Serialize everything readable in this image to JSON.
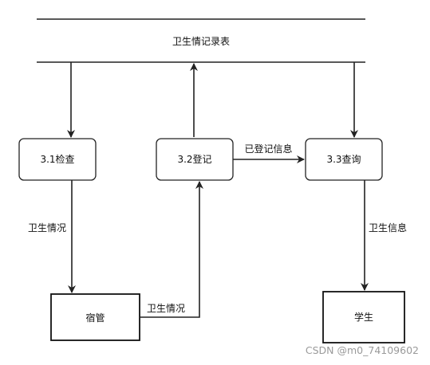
{
  "data_store": {
    "label": "卫生情记录表"
  },
  "processes": [
    {
      "id": "p31",
      "label": "3.1检查"
    },
    {
      "id": "p32",
      "label": "3.2登记"
    },
    {
      "id": "p33",
      "label": "3.3查询"
    }
  ],
  "entities": [
    {
      "id": "dorm_manager",
      "label": "宿管"
    },
    {
      "id": "student",
      "label": "学生"
    }
  ],
  "flows": [
    {
      "from": "data_store",
      "to": "p31",
      "label": ""
    },
    {
      "from": "p32",
      "to": "data_store",
      "label": ""
    },
    {
      "from": "data_store",
      "to": "p33",
      "label": ""
    },
    {
      "from": "p32",
      "to": "p33",
      "label": "已登记信息"
    },
    {
      "from": "p31",
      "to": "dorm_manager",
      "label": "卫生情况"
    },
    {
      "from": "dorm_manager",
      "to": "p32",
      "label": "卫生情况"
    },
    {
      "from": "p33",
      "to": "student",
      "label": "卫生信息"
    }
  ],
  "watermark": "CSDN @m0_74109602",
  "colors": {
    "stroke": "#222222",
    "background": "#ffffff",
    "watermark": "#9a9a9a"
  }
}
